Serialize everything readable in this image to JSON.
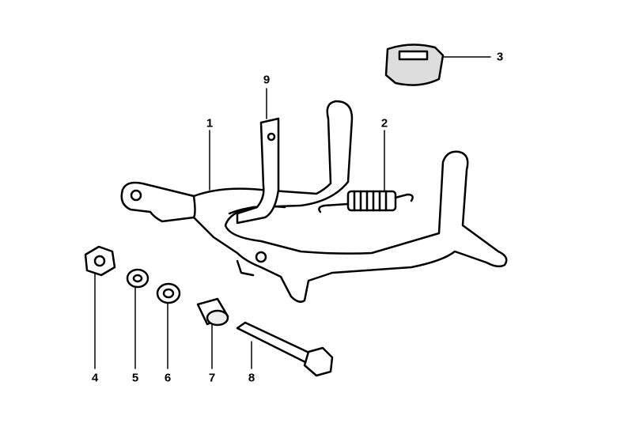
{
  "diagram": {
    "callouts": [
      {
        "number": "1",
        "part": "center-stand"
      },
      {
        "number": "2",
        "part": "tension-spring"
      },
      {
        "number": "3",
        "part": "rubber-buffer"
      },
      {
        "number": "4",
        "part": "hex-nut"
      },
      {
        "number": "5",
        "part": "lock-washer"
      },
      {
        "number": "6",
        "part": "washer"
      },
      {
        "number": "7",
        "part": "bushing"
      },
      {
        "number": "8",
        "part": "hex-bolt"
      },
      {
        "number": "9",
        "part": "bracket"
      }
    ]
  }
}
